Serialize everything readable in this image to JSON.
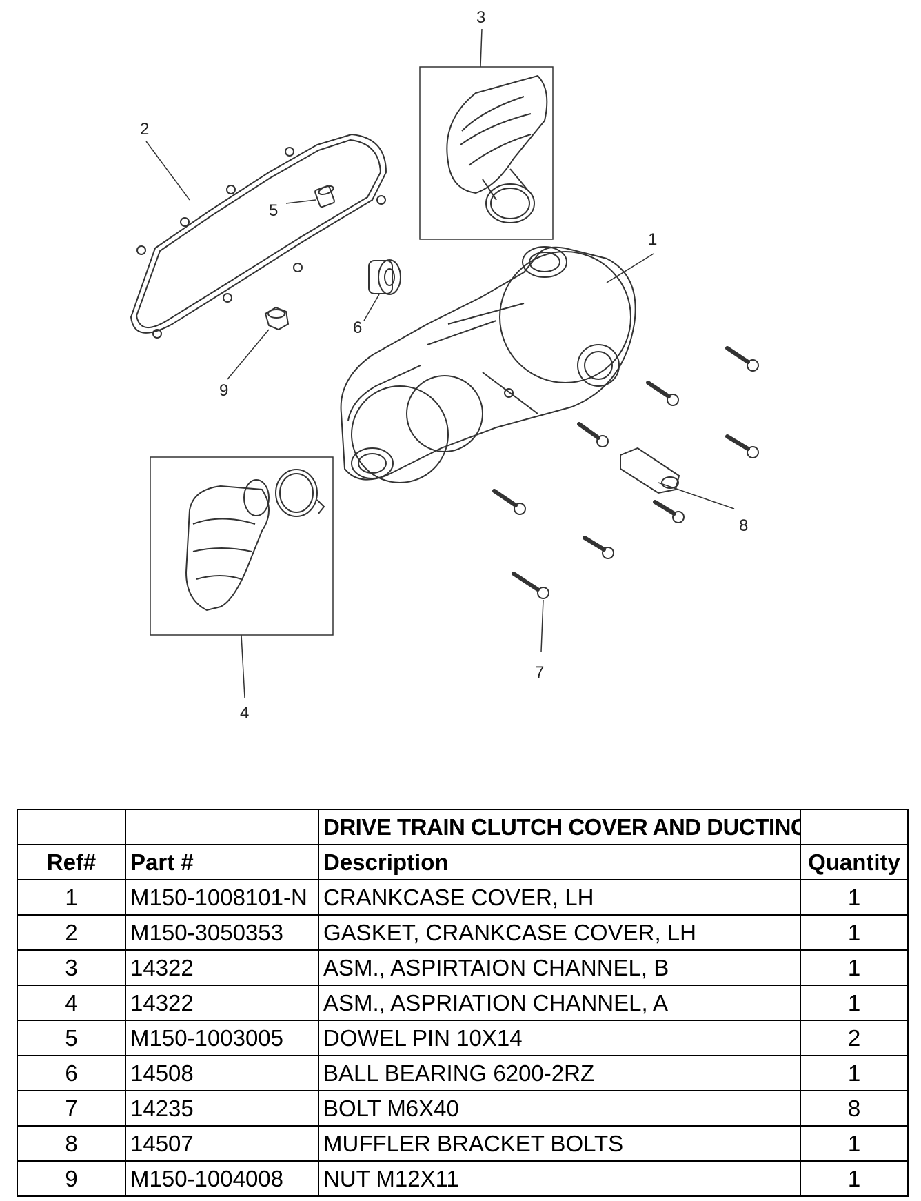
{
  "callouts": [
    "1",
    "2",
    "3",
    "4",
    "5",
    "6",
    "7",
    "8",
    "9"
  ],
  "table": {
    "section_title": "DRIVE TRAIN CLUTCH COVER AND DUCTING",
    "headers": {
      "ref": "Ref#",
      "part": "Part #",
      "description": "Description",
      "quantity": "Quantity"
    },
    "rows": [
      {
        "ref": "1",
        "part": "M150-1008101-N",
        "description": "CRANKCASE COVER, LH",
        "quantity": "1"
      },
      {
        "ref": "2",
        "part": "M150-3050353",
        "description": "GASKET, CRANKCASE COVER, LH",
        "quantity": "1"
      },
      {
        "ref": "3",
        "part": "14322",
        "description": "ASM.,  ASPIRTAION CHANNEL, B",
        "quantity": "1"
      },
      {
        "ref": "4",
        "part": "14322",
        "description": "ASM.,  ASPRIATION CHANNEL, A",
        "quantity": "1"
      },
      {
        "ref": "5",
        "part": "M150-1003005",
        "description": "DOWEL PIN 10X14",
        "quantity": "2"
      },
      {
        "ref": "6",
        "part": "14508",
        "description": "BALL BEARING 6200-2RZ",
        "quantity": "1"
      },
      {
        "ref": "7",
        "part": "14235",
        "description": "BOLT M6X40",
        "quantity": "8"
      },
      {
        "ref": "8",
        "part": "14507",
        "description": "MUFFLER BRACKET BOLTS",
        "quantity": "1"
      },
      {
        "ref": "9",
        "part": "M150-1004008",
        "description": "NUT M12X11",
        "quantity": "1"
      }
    ]
  }
}
